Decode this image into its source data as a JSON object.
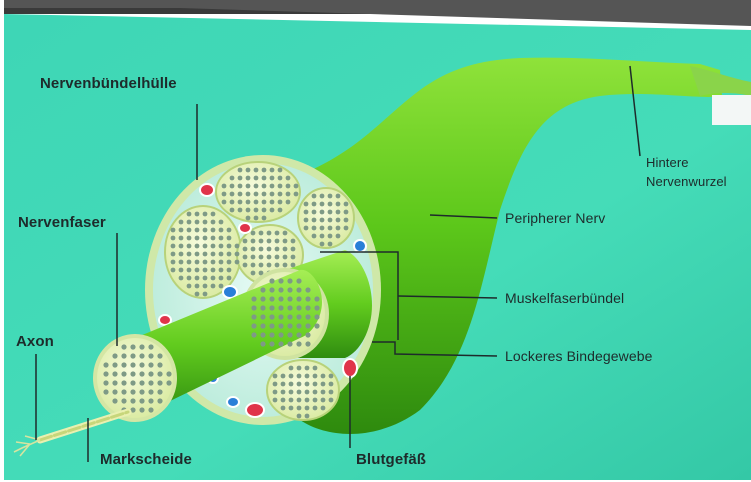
{
  "labels": {
    "nervenbuendelhuelle": "Nervenbündelhülle",
    "nervenfaser": "Nervenfaser",
    "axon": "Axon",
    "markscheide": "Markscheide",
    "blutgefaess": "Blutgefäß",
    "hintere_nervenwurzel_line1": "Hintere",
    "hintere_nervenwurzel_line2": "Nervenwurzel",
    "peripherer_nerv": "Peripherer Nerv",
    "muskelfaserbuendel": "Muskelfaserbündel",
    "lockeres_bindegewebe": "Lockeres Bindegewebe"
  },
  "colors": {
    "slide_background": "#3fd8b8",
    "nerve_green": "#5cc71a",
    "nerve_dark": "#2f8a10",
    "fascicle_fill": "#eef5c8",
    "axon_dot": "#7e9a86",
    "connective_tissue": "#d8f4ee",
    "blood_red": "#e0344a",
    "blood_blue": "#2a7fd8",
    "label_line": "#1e2b2b"
  }
}
